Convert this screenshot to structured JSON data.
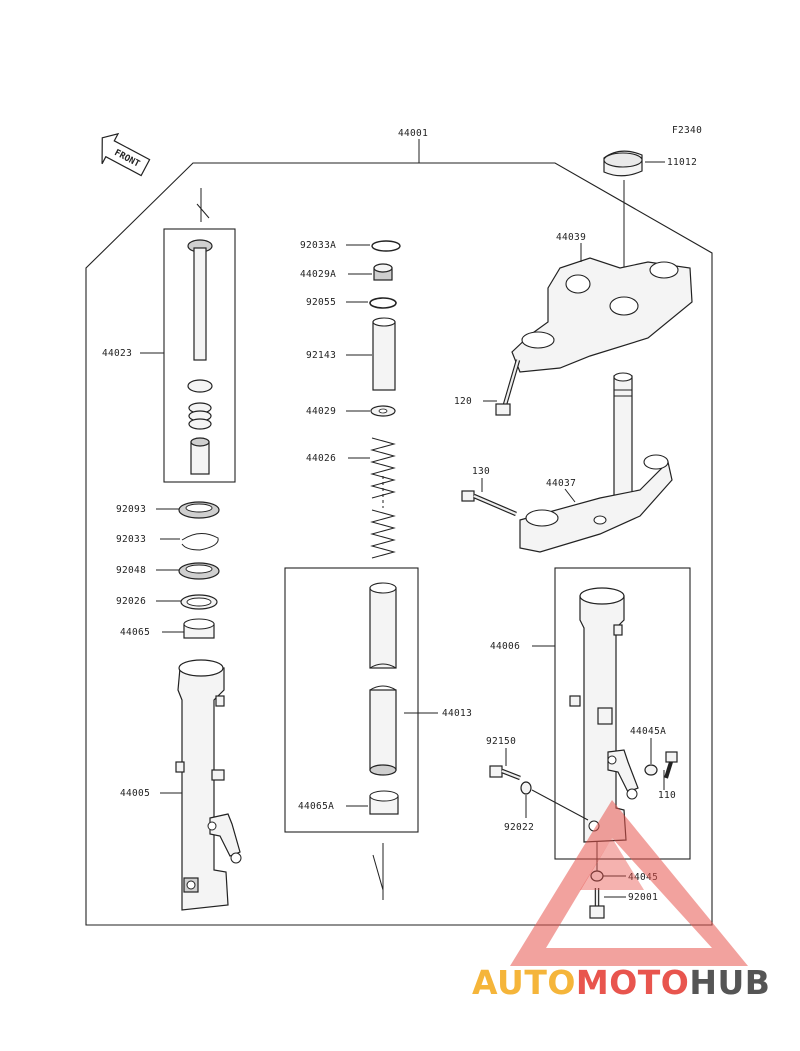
{
  "figure_code": "F2340",
  "front_badge": "FRONT",
  "parts": {
    "p44001": "44001",
    "p11012": "11012",
    "p44039": "44039",
    "p120": "120",
    "p130": "130",
    "p44037": "44037",
    "p44023": "44023",
    "p92033A": "92033A",
    "p44029A": "44029A",
    "p92055": "92055",
    "p92143": "92143",
    "p44029": "44029",
    "p44026": "44026",
    "p92093": "92093",
    "p92033": "92033",
    "p92048": "92048",
    "p92026": "92026",
    "p44065": "44065",
    "p44005": "44005",
    "p44013": "44013",
    "p44065A": "44065A",
    "p44006": "44006",
    "p92150": "92150",
    "p92022": "92022",
    "p44045A": "44045A",
    "p110": "110",
    "p44045": "44045",
    "p92001": "92001"
  },
  "watermark": {
    "part1": "AUTO",
    "part2": "MOTO",
    "part3": "HUB",
    "color1": "#f5b53a",
    "color2": "#e8554e",
    "color3": "#555555"
  }
}
